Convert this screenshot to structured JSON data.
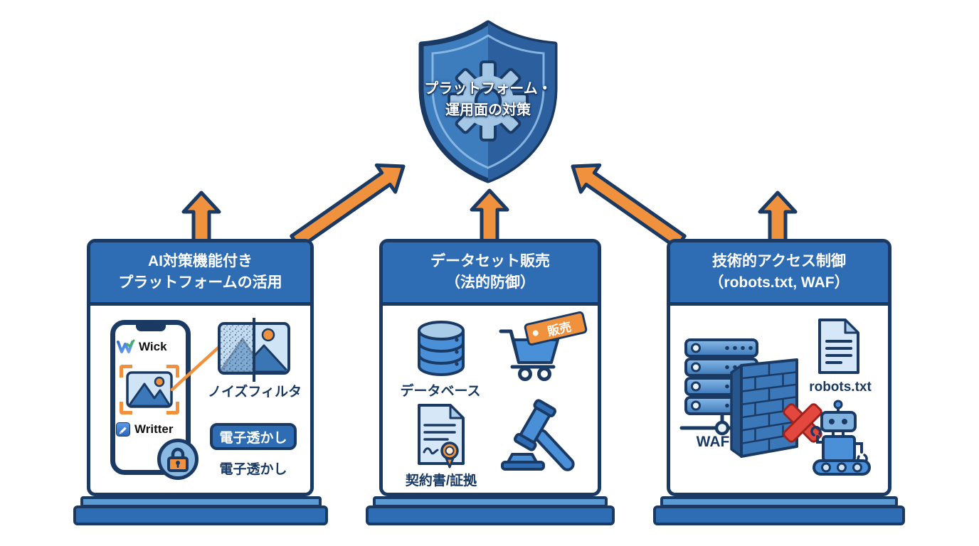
{
  "shield": {
    "line1": "プラットフォーム・",
    "line2": "運用面の対策"
  },
  "panels": {
    "left": {
      "header1": "AI対策機能付き",
      "header2": "プラットフォームの活用",
      "wick": "Wick",
      "writter": "Writter",
      "noise_filter": "ノイズフィルタ",
      "watermark_button": "電子透かし",
      "watermark_caption": "電子透かし"
    },
    "middle": {
      "header1": "データセット販売",
      "header2": "（法的防御）",
      "database": "データベース",
      "sale_tag": "販売",
      "contract": "契約書/証拠"
    },
    "right": {
      "header1": "技術的アクセス制御",
      "header2": "（robots.txt, WAF）",
      "waf": "WAF",
      "robots": "robots.txt"
    }
  },
  "colors": {
    "navy": "#1a3a64",
    "header_blue": "#2e6cb3",
    "mid_blue": "#4a90d9",
    "light_blue": "#a9cce8",
    "pale_blue": "#d6e8f7",
    "step_blue": "#5b9bd5",
    "orange": "#f0923d",
    "red": "#e2483d"
  }
}
